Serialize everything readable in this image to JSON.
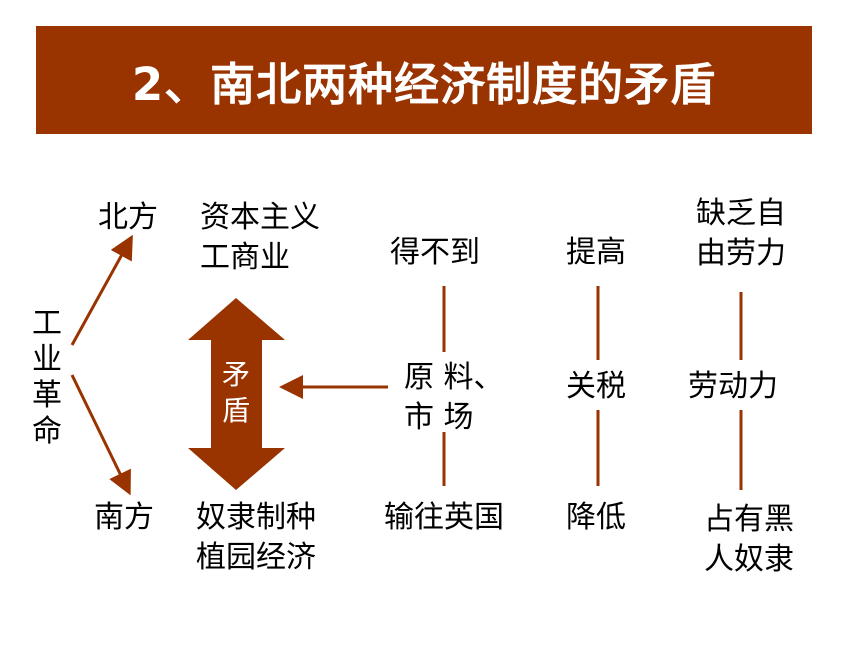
{
  "title": "2、南北两种经济制度的矛盾",
  "colors": {
    "banner": "#993300",
    "accent": "#993300"
  },
  "nodes": {
    "industrial_revolution": "工业革命",
    "north": "北方",
    "south": "南方",
    "north_economy": "资本主义\n工商业",
    "south_economy": "奴隶制种\n植园经济",
    "conflict": "矛盾",
    "raw_material_top": "得不到",
    "raw_material_mid": "原 料、\n市 场",
    "raw_material_bottom": "输往英国",
    "tariff_top": "提高",
    "tariff_mid": "关税",
    "tariff_bottom": "降低",
    "labor_top": "缺乏自\n由劳力",
    "labor_mid": "劳动力",
    "labor_bottom": "占有黑\n人奴隶"
  }
}
